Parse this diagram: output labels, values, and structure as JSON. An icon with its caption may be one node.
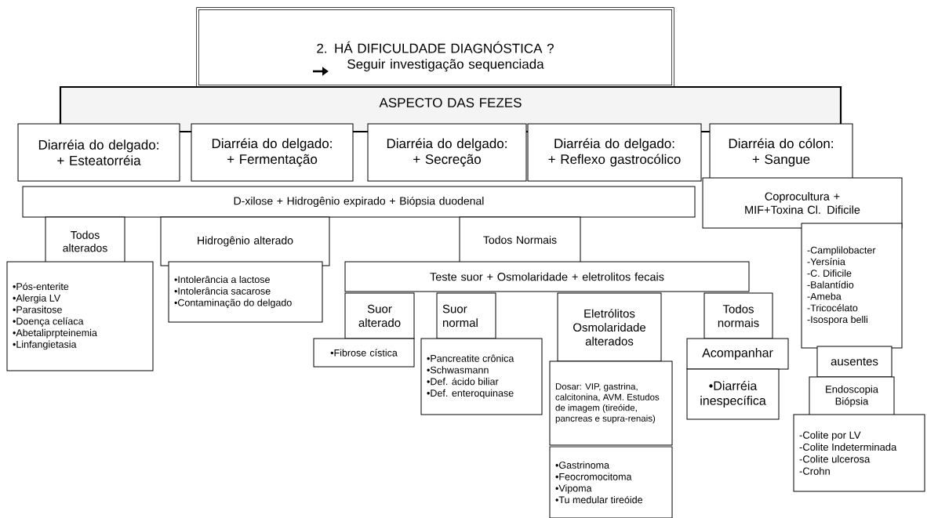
{
  "diagram": {
    "nodes": [
      {
        "text": [
          "2. HÁ DIFICULDADE DIAGNÓSTICA ?",
          "Seguir investigação sequenciada"
        ]
      },
      {
        "text": [
          "ASPECTO DAS FEZES"
        ]
      },
      {
        "text": [
          "Diarréia do delgado:",
          "+ Esteatorréia"
        ]
      },
      {
        "text": [
          "Diarréia do delgado:",
          "+ Fermentação"
        ]
      },
      {
        "text": [
          "Diarréia do delgado:",
          "+ Secreção"
        ]
      },
      {
        "text": [
          "Diarréia do delgado:",
          "+ Reflexo gastrocólico"
        ]
      },
      {
        "text": [
          "Diarréia do cólon:",
          "+ Sangue"
        ]
      },
      {
        "text": [
          "D-xilose + Hidrogênio expirado + Biópsia duodenal"
        ]
      },
      {
        "text": [
          "Coprocultura + MIF+Toxina Cl. Dificile"
        ]
      },
      {
        "text": [
          "Todos alterados"
        ]
      },
      {
        "text": [
          "Hidrogênio alterado"
        ]
      },
      {
        "text": [
          "Todos Normais"
        ]
      },
      {
        "text": [
          "•Pós-enterite",
          "•Alergia LV",
          "•Parasitose",
          "•Doença celíaca",
          "•Abetaliprpteinemia",
          "•Linfangietasia"
        ]
      },
      {
        "text": [
          "•Intolerância a lactose",
          "•Intolerância sacarose",
          "•Contaminação do delgado"
        ]
      },
      {
        "text": [
          "Teste suor + Osmolaridade + eletrolitos fecais"
        ]
      },
      {
        "text": [
          "Suor alterado"
        ]
      },
      {
        "text": [
          "•Fibrose cística"
        ]
      },
      {
        "text": [
          "Suor normal"
        ]
      },
      {
        "text": [
          "•Pancreatite crônica",
          "•Schwasmann",
          "•Def. ácido biliar",
          "•Def. enteroquinase"
        ]
      },
      {
        "text": [
          "Eletrólitos Osmolaridade alterados"
        ]
      },
      {
        "text": [
          "Dosar: VIP, gastrina, calcitonina, AVM. Estudos de imagem (tireóide, pancreas e supra-renais)"
        ]
      },
      {
        "text": [
          "•Gastrinoma",
          "•Feocromocitoma",
          "•Vipoma",
          "•Tu medular tireóide"
        ]
      },
      {
        "text": [
          "Todos normais"
        ]
      },
      {
        "text": [
          "Acompanhar"
        ]
      },
      {
        "text": [
          "•Diarréia inespecífica"
        ]
      },
      {
        "text": [
          "-Camplilobacter",
          "-Yersínia",
          "-C. Dificile",
          "-Balantídio",
          "-Ameba",
          "-Tricocélato",
          "-Isospora belli"
        ]
      },
      {
        "text": [
          "ausentes"
        ]
      },
      {
        "text": [
          "Endoscopia Biópsia"
        ]
      },
      {
        "text": [
          "-Colite por LV",
          "-Colite Indeterminada",
          "-Colite ulcerosa",
          "-Crohn"
        ]
      }
    ]
  }
}
